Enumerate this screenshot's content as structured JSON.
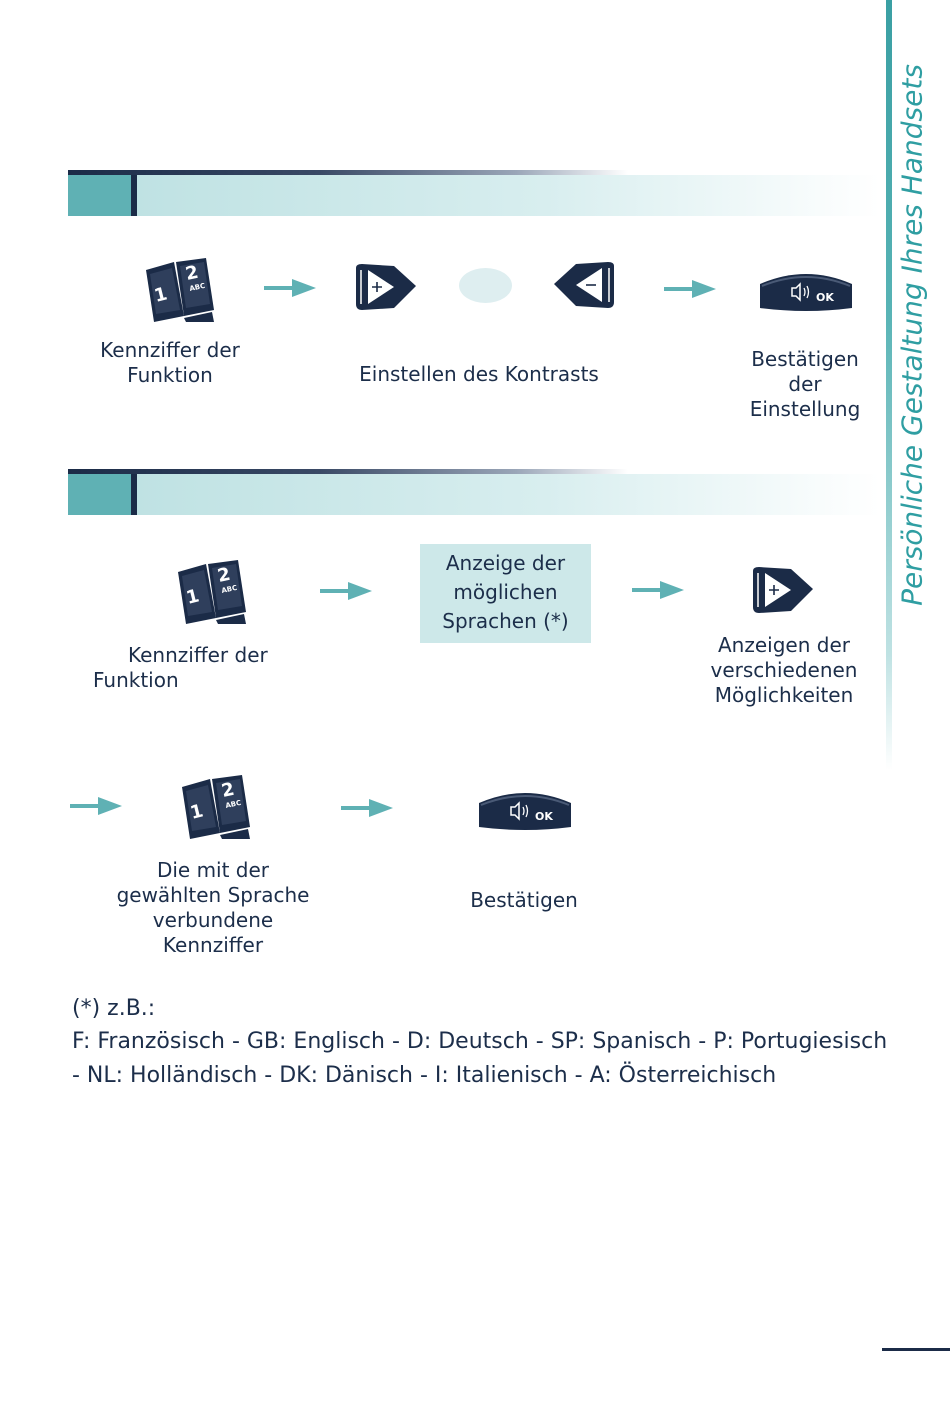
{
  "sidebar": {
    "title": "Persönliche Gestaltung Ihres Handsets"
  },
  "section1": {
    "step1_label": "Kennziffer der\nFunktion",
    "step2_label": "Einstellen des Kontrasts",
    "step3_label": "Bestätigen\nder\nEinstellung"
  },
  "section2": {
    "step1_label_line1": "Kennziffer der",
    "step1_label_line2": "Funktion",
    "info_box": "Anzeige der\nmöglichen\nSprachen (*)",
    "step3_label": "Anzeigen der\nverschiedenen\nMöglichkeiten",
    "step4_label": "Die mit der\ngewählten Sprache\nverbundene\nKennziffer",
    "step5_label": "Bestätigen"
  },
  "keys": {
    "key1": "1",
    "key2": "2",
    "key2_letters": "ABC",
    "ok_label": "OK"
  },
  "footnote": {
    "line1": "(*) z.B.:",
    "line2": "F: Französisch - GB: Englisch - D: Deutsch - SP: Spanisch - P: Portugiesisch",
    "line3": "- NL: Holländisch - DK: Dänisch - I: Italienisch -  A: Österreichisch"
  },
  "colors": {
    "navy": "#1b2b47",
    "teal": "#5fb1b4",
    "light_teal": "#cde8e9",
    "arrow": "#5fb1b4"
  }
}
